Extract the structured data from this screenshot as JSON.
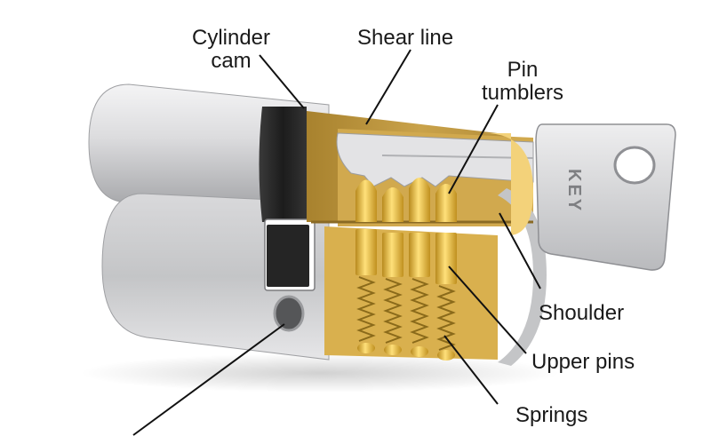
{
  "labels": {
    "cylinder_cam": [
      "Cylinder",
      "cam"
    ],
    "shear_line": "Shear line",
    "pin_tumblers": [
      "Pin",
      "tumblers"
    ],
    "shoulder": "Shoulder",
    "upper_pins": "Upper pins",
    "springs": "Springs"
  },
  "key_text": "KEY",
  "colors": {
    "metal_light": "#e9e9ea",
    "metal_mid": "#c6c7c9",
    "metal_dark": "#9a9b9e",
    "brass": "#c9a24a",
    "brass_light": "#f1cf6a",
    "cam": "#2b2b2b",
    "leader": "#111111"
  }
}
